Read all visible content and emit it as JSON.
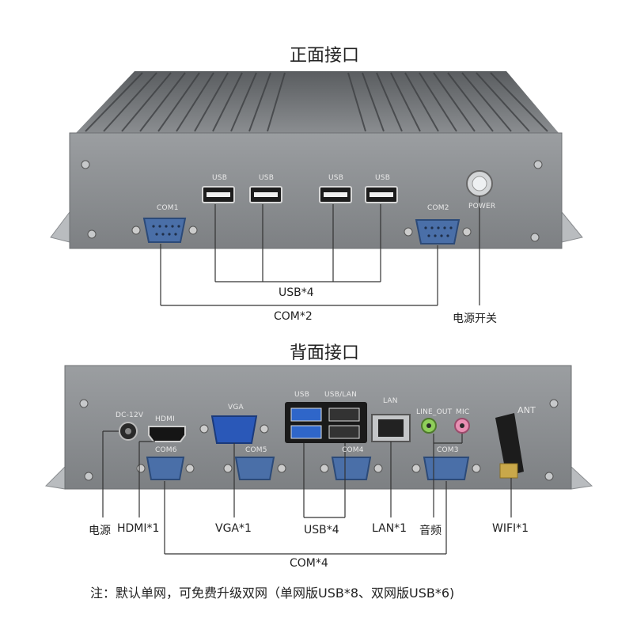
{
  "front": {
    "title": "正面接口",
    "port_labels": {
      "usb": "USB",
      "com1": "COM1",
      "com2": "COM2",
      "power": "POWER"
    },
    "callouts": {
      "usb": "USB*4",
      "com": "COM*2",
      "power": "电源开关"
    }
  },
  "back": {
    "title": "背面接口",
    "port_labels": {
      "dc": "DC-12V",
      "hdmi": "HDMI",
      "vga": "VGA",
      "usb": "USB",
      "usb_lan": "USB/LAN",
      "lan": "LAN",
      "line_out": "LINE_OUT",
      "mic": "MIC",
      "ant": "ANT",
      "com3": "COM3",
      "com4": "COM4",
      "com5": "COM5",
      "com6": "COM6"
    },
    "callouts": {
      "power": "电源",
      "hdmi": "HDMI*1",
      "vga": "VGA*1",
      "usb": "USB*4",
      "lan": "LAN*1",
      "audio": "音频",
      "wifi": "WIFI*1",
      "com": "COM*4"
    }
  },
  "note": "注：默认单网，可免费升级双网（单网版USB*8、双网版USB*6)",
  "colors": {
    "case": "#8a8d90",
    "case_dark": "#6c6f72",
    "fin": "#5f6265",
    "vga_blue": "#2a58b8",
    "com_blue": "#4a6fa8",
    "usb3_blue": "#2f66c9",
    "audio_green": "#8fcf5a",
    "audio_pink": "#e98fb3",
    "line": "#333333"
  }
}
